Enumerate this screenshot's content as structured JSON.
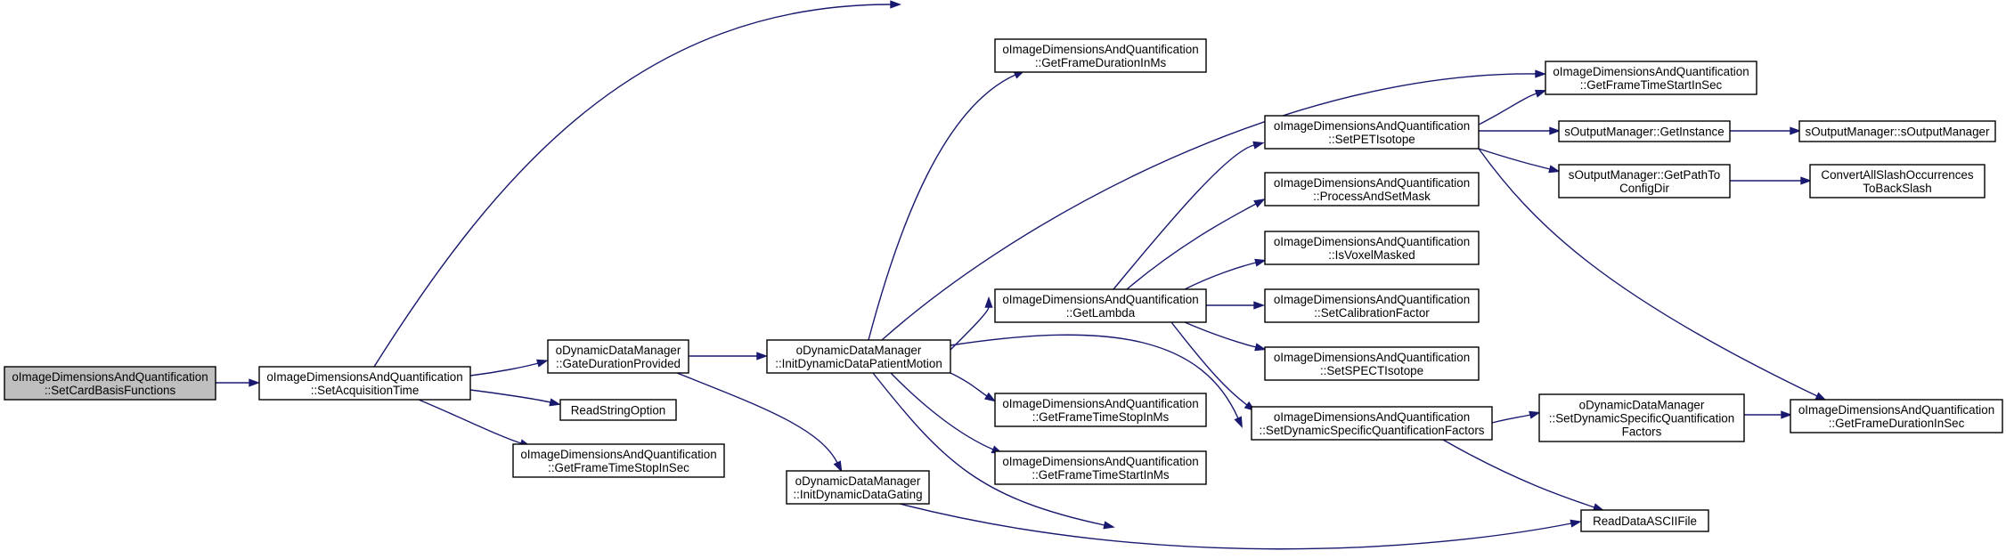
{
  "colors": {
    "edge": "#191970",
    "node_border": "#000000",
    "root_fill": "#bfbfbf",
    "background": "#ffffff"
  },
  "nodes": {
    "setcard": {
      "lines": [
        "oImageDimensionsAndQuantification",
        "::SetCardBasisFunctions"
      ]
    },
    "setacq": {
      "lines": [
        "oImageDimensionsAndQuantification",
        "::SetAcquisitionTime"
      ]
    },
    "gatedur": {
      "lines": [
        "oDynamicDataManager",
        "::GateDurationProvided"
      ]
    },
    "readstr": {
      "lines": [
        "ReadStringOption"
      ]
    },
    "gftstopsec_l": {
      "lines": [
        "oImageDimensionsAndQuantification",
        "::GetFrameTimeStopInSec"
      ]
    },
    "initmotion": {
      "lines": [
        "oDynamicDataManager",
        "::InitDynamicDataPatientMotion"
      ]
    },
    "initgating": {
      "lines": [
        "oDynamicDataManager",
        "::InitDynamicDataGating"
      ]
    },
    "gfdurms": {
      "lines": [
        "oImageDimensionsAndQuantification",
        "::GetFrameDurationInMs"
      ]
    },
    "getlambda": {
      "lines": [
        "oImageDimensionsAndQuantification",
        "::GetLambda"
      ]
    },
    "gftstopms": {
      "lines": [
        "oImageDimensionsAndQuantification",
        "::GetFrameTimeStopInMs"
      ]
    },
    "gftstartms": {
      "lines": [
        "oImageDimensionsAndQuantification",
        "::GetFrameTimeStartInMs"
      ]
    },
    "setpet": {
      "lines": [
        "oImageDimensionsAndQuantification",
        "::SetPETIsotope"
      ]
    },
    "procmask": {
      "lines": [
        "oImageDimensionsAndQuantification",
        "::ProcessAndSetMask"
      ]
    },
    "isvoxel": {
      "lines": [
        "oImageDimensionsAndQuantification",
        "::IsVoxelMasked"
      ]
    },
    "setcalib": {
      "lines": [
        "oImageDimensionsAndQuantification",
        "::SetCalibrationFactor"
      ]
    },
    "setspect": {
      "lines": [
        "oImageDimensionsAndQuantification",
        "::SetSPECTIsotope"
      ]
    },
    "setdynq": {
      "lines": [
        "oImageDimensionsAndQuantification",
        "::SetDynamicSpecificQuantificationFactors"
      ]
    },
    "gftstartsec": {
      "lines": [
        "oImageDimensionsAndQuantification",
        "::GetFrameTimeStartInSec"
      ]
    },
    "getinst": {
      "lines": [
        "sOutputManager::GetInstance"
      ]
    },
    "getpath": {
      "lines": [
        "sOutputManager::GetPathTo",
        "ConfigDir"
      ]
    },
    "dmsetdyn": {
      "lines": [
        "oDynamicDataManager",
        "::SetDynamicSpecificQuantification",
        "Factors"
      ]
    },
    "readascii": {
      "lines": [
        "ReadDataASCIIFile"
      ]
    },
    "soutmgr": {
      "lines": [
        "sOutputManager::sOutputManager"
      ]
    },
    "convslash": {
      "lines": [
        "ConvertAllSlashOccurrences",
        "ToBackSlash"
      ]
    },
    "gfdursec": {
      "lines": [
        "oImageDimensionsAndQuantification",
        "::GetFrameDurationInSec"
      ]
    }
  },
  "edges": [
    {
      "from": "setcard",
      "to": "setacq"
    },
    {
      "from": "setacq",
      "to": "gatedur"
    },
    {
      "from": "setacq",
      "to": "readstr"
    },
    {
      "from": "setacq",
      "to": "gftstopsec_l"
    },
    {
      "from": "setacq",
      "to": "gftstartsec"
    },
    {
      "from": "gatedur",
      "to": "initmotion"
    },
    {
      "from": "gatedur",
      "to": "initgating"
    },
    {
      "from": "initmotion",
      "to": "gfdurms"
    },
    {
      "from": "initmotion",
      "to": "getlambda"
    },
    {
      "from": "initmotion",
      "to": "gftstopms"
    },
    {
      "from": "initmotion",
      "to": "gftstartms"
    },
    {
      "from": "initmotion",
      "to": "gftstartsec"
    },
    {
      "from": "initmotion",
      "to": "gfdursec"
    },
    {
      "from": "initmotion",
      "to": "readascii"
    },
    {
      "from": "initgating",
      "to": "readascii"
    },
    {
      "from": "getlambda",
      "to": "setpet"
    },
    {
      "from": "getlambda",
      "to": "procmask"
    },
    {
      "from": "getlambda",
      "to": "isvoxel"
    },
    {
      "from": "getlambda",
      "to": "setcalib"
    },
    {
      "from": "getlambda",
      "to": "setspect"
    },
    {
      "from": "getlambda",
      "to": "setdynq"
    },
    {
      "from": "setpet",
      "to": "gftstartsec"
    },
    {
      "from": "setpet",
      "to": "getinst"
    },
    {
      "from": "setpet",
      "to": "getpath"
    },
    {
      "from": "setpet",
      "to": "gfdursec"
    },
    {
      "from": "setdynq",
      "to": "dmsetdyn"
    },
    {
      "from": "setdynq",
      "to": "readascii"
    },
    {
      "from": "dmsetdyn",
      "to": "gfdursec"
    },
    {
      "from": "getinst",
      "to": "soutmgr"
    },
    {
      "from": "getpath",
      "to": "convslash"
    }
  ]
}
